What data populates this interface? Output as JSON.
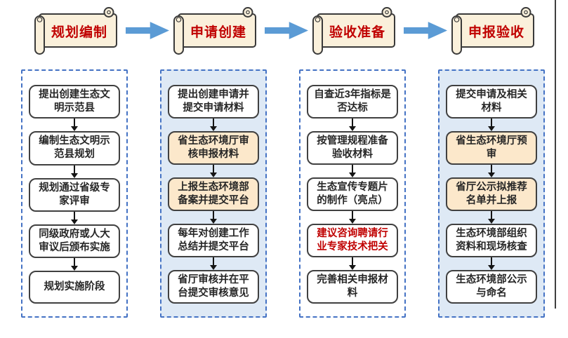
{
  "colors": {
    "header_text": "#C00000",
    "scroll_fill": "#FAF0DB",
    "scroll_stroke": "#3a3a3a",
    "highlight_fill": "#FCE8CB",
    "container_fill": "#DEE9F5",
    "dashed_border": "#4472C4",
    "arrow_blue": "#5B9BD5",
    "red_text": "#C00000"
  },
  "stages": [
    {
      "title": "规划编制",
      "tinted": false,
      "steps": [
        {
          "text": "提出创建生态文\n明示范县"
        },
        {
          "text": "编制生态文明示\n范县规划"
        },
        {
          "text": "规划通过省级专\n家评审"
        },
        {
          "text": "同级政府或人大\n审议后颁布实施"
        },
        {
          "text": "规划实施阶段"
        }
      ]
    },
    {
      "title": "申请创建",
      "tinted": true,
      "steps": [
        {
          "text": "提出创建申请并\n提交申请材料"
        },
        {
          "text": "省生态环境厅审\n核申报材料",
          "highlight": true
        },
        {
          "text": "上报生态环境部\n备案并提交平台",
          "highlight": true
        },
        {
          "text": "每年对创建工作\n总结并提交平台"
        },
        {
          "text": "省厅审核并在平\n台提交审核意见"
        }
      ]
    },
    {
      "title": "验收准备",
      "tinted": false,
      "steps": [
        {
          "text": "自查近3年指标是\n否达标"
        },
        {
          "text": "按管理规程准备\n验收材料"
        },
        {
          "text": "生态宣传专题片\n的制作（亮点）"
        },
        {
          "text": "建议咨询聘请行\n业专家技术把关",
          "red": true
        },
        {
          "text": "完善相关申报材\n料"
        }
      ]
    },
    {
      "title": "申报验收",
      "tinted": true,
      "steps": [
        {
          "text": "提交申请及相关\n材料"
        },
        {
          "text": "省生态环境厅预\n审",
          "highlight": true
        },
        {
          "text": "省厅公示拟推荐\n名单并上报",
          "highlight": true
        },
        {
          "text": "生态环境部组织\n资料和现场核查"
        },
        {
          "text": "生态环境部公示\n与命名"
        }
      ]
    }
  ]
}
